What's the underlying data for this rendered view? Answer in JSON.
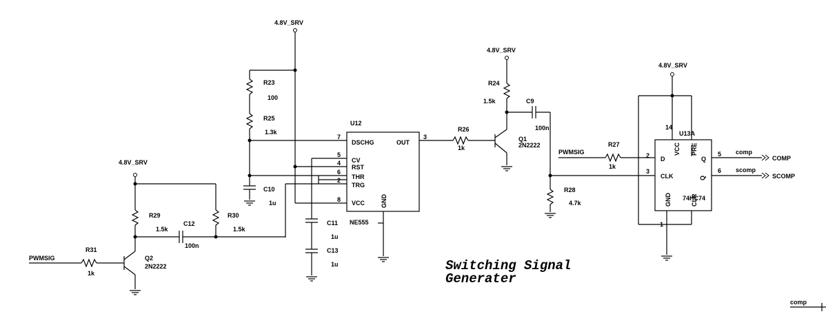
{
  "title_line1": "Switching Signal",
  "title_line2": "Generater",
  "power_rail": "4.8V_SRV",
  "nets": {
    "pwmsig": "PWMSIG",
    "comp": "comp",
    "comp_port": "COMP",
    "scomp": "scomp",
    "scomp_port": "SCOMP"
  },
  "u12": {
    "ref": "U12",
    "part": "NE555",
    "pins": {
      "dschg": "DSCHG",
      "cv": "CV",
      "rst": "RST",
      "thr": "THR",
      "trg": "TRG",
      "vcc": "VCC",
      "gnd": "GND",
      "out": "OUT"
    },
    "pin_numbers": {
      "dschg": "7",
      "cv": "5",
      "rst": "4",
      "thr": "6",
      "trg": "2",
      "vcc": "8",
      "out": "3"
    }
  },
  "u13": {
    "ref": "U13A",
    "part": "74HC74",
    "pins": {
      "d": "D",
      "clk": "CLK",
      "vcc": "VCC",
      "pre": "PRE",
      "gnd": "GND",
      "q": "Q",
      "qn": "Q",
      "clr": "CLR"
    },
    "pin_numbers": {
      "d": "2",
      "clk": "3",
      "vcc": "14",
      "q": "5",
      "qn": "6",
      "clr": "1"
    }
  },
  "components": {
    "r23": {
      "ref": "R23",
      "value": "100"
    },
    "r25": {
      "ref": "R25",
      "value": "1.3k"
    },
    "c10": {
      "ref": "C10",
      "value": "1u"
    },
    "c11": {
      "ref": "C11",
      "value": "1u"
    },
    "c13": {
      "ref": "C13",
      "value": "1u"
    },
    "r24": {
      "ref": "R24",
      "value": "1.5k"
    },
    "c9": {
      "ref": "C9",
      "value": "100n"
    },
    "r26": {
      "ref": "R26",
      "value": "1k"
    },
    "q1": {
      "ref": "Q1",
      "value": "2N2222"
    },
    "r27": {
      "ref": "R27",
      "value": "1k"
    },
    "r28": {
      "ref": "R28",
      "value": "4.7k"
    },
    "r29": {
      "ref": "R29",
      "value": "1.5k"
    },
    "r30": {
      "ref": "R30",
      "value": "1.5k"
    },
    "c12": {
      "ref": "C12",
      "value": "100n"
    },
    "r31": {
      "ref": "R31",
      "value": "1k"
    },
    "q2": {
      "ref": "Q2",
      "value": "2N2222"
    }
  }
}
